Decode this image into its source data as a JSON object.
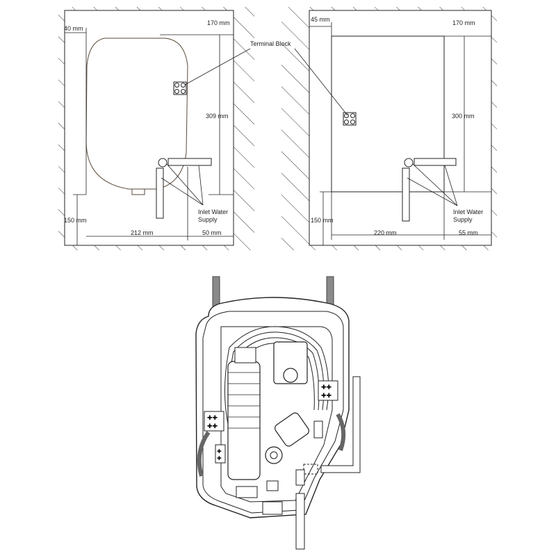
{
  "left_panel": {
    "dims": {
      "left_offset": "40 mm",
      "top_offset": "170 mm",
      "height": "309 mm",
      "bottom_offset": "150 mm",
      "width": "212 mm",
      "right_offset": "50 mm"
    },
    "callouts": {
      "terminal_block": "Terminal Block",
      "inlet_line1": "Inlet Water",
      "inlet_line2": "Supply"
    }
  },
  "right_panel": {
    "dims": {
      "left_offset": "45 mm",
      "top_offset": "170 mm",
      "height": "300 mm",
      "bottom_offset": "150 mm",
      "width": "220 mm",
      "right_offset": "55 mm"
    },
    "callouts": {
      "inlet_line1": "Inlet Water",
      "inlet_line2": "Supply"
    }
  },
  "colors": {
    "line": "#222222",
    "hatch": "#333333",
    "pipe_grey": "#8a8a8a",
    "outline_brown": "#5a4a3a"
  }
}
